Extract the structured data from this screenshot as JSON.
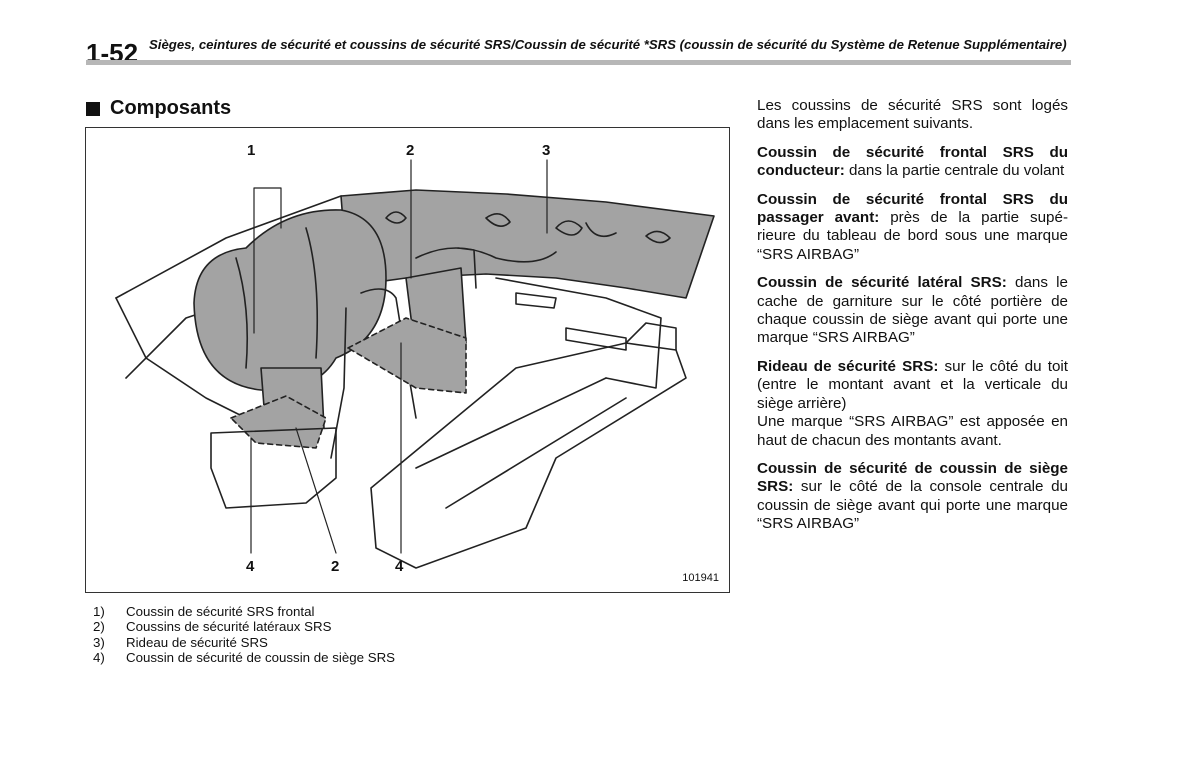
{
  "header": {
    "page_number": "1-52",
    "title": "Sièges, ceintures de sécurité et coussins de sécurité SRS/Coussin de sécurité *SRS (coussin de sécurité du Système de Retenue Supplémentaire)"
  },
  "section": {
    "heading": "Composants"
  },
  "figure": {
    "labels": {
      "top_1": "1",
      "top_2": "2",
      "top_3": "3",
      "bottom_4a": "4",
      "bottom_2": "2",
      "bottom_4b": "4"
    },
    "code": "101941",
    "colors": {
      "airbag_fill": "#9e9e9e",
      "line": "#222222"
    }
  },
  "legend": [
    {
      "num": "1)",
      "text": "Coussin de sécurité SRS frontal"
    },
    {
      "num": "2)",
      "text": "Coussins de sécurité latéraux SRS"
    },
    {
      "num": "3)",
      "text": "Rideau de sécurité SRS"
    },
    {
      "num": "4)",
      "text": "Coussin de sécurité de coussin de siège SRS"
    }
  ],
  "body": {
    "intro": "Les coussins de sécurité SRS sont logés dans les emplacement suivants.",
    "items": [
      {
        "term": "Coussin de sécurité frontal SRS du conducteur:",
        "desc": " dans la partie centrale du volant"
      },
      {
        "term": "Coussin de sécurité frontal SRS du passager avant:",
        "desc": " près de la partie supé- rieure du tableau de bord sous une marque “SRS AIRBAG”"
      },
      {
        "term": "Coussin de sécurité latéral SRS:",
        "desc": " dans le cache de garniture sur le côté portière de chaque coussin de siège avant qui porte une marque “SRS AIRBAG”"
      },
      {
        "term": "Rideau de sécurité SRS:",
        "desc": " sur le côté du toit (entre le montant avant et la verticale du siège arrière)"
      }
    ],
    "note": "Une marque “SRS AIRBAG” est apposée en haut de chacun des montants avant.",
    "last_item": {
      "term": "Coussin de sécurité de coussin de siège SRS:",
      "desc": " sur le côté de la console centrale du coussin de siège avant qui porte une marque “SRS AIRBAG”"
    }
  }
}
